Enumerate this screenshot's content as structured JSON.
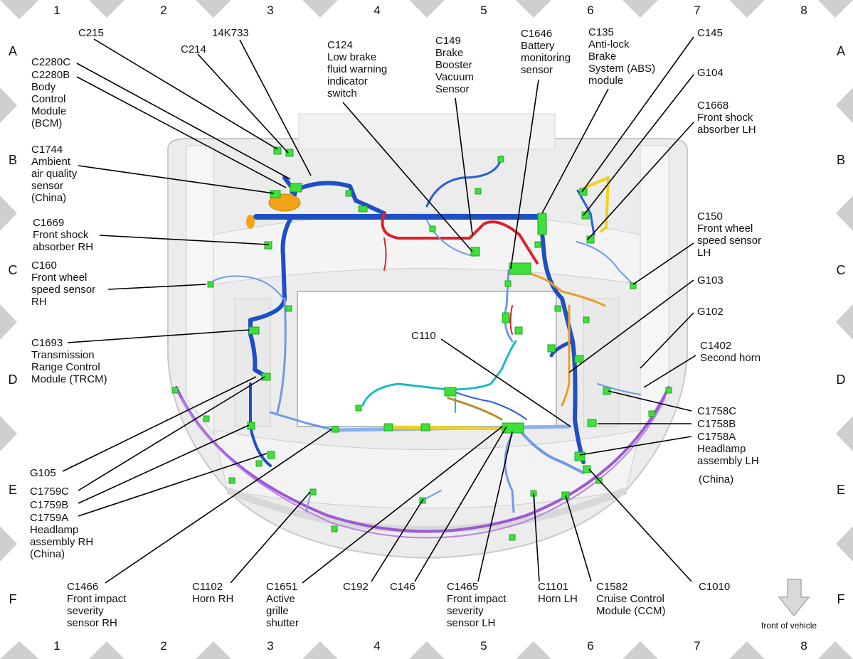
{
  "grid": {
    "columns": [
      "1",
      "2",
      "3",
      "4",
      "5",
      "6",
      "7",
      "8"
    ],
    "rows": [
      "A",
      "B",
      "C",
      "D",
      "E",
      "F"
    ]
  },
  "colors": {
    "harness_main": "#1f4fc4",
    "harness_light": "#6f9ae8",
    "harness_red": "#e0202a",
    "harness_yellow": "#f0d21e",
    "harness_cyan": "#1ab9c8",
    "harness_purple": "#9b59d6",
    "harness_orange": "#e7a020",
    "connector_green": "#3ee03a",
    "body_gray": "#e6e6e6"
  },
  "labels": {
    "c215": "C215",
    "k14733": "14K733",
    "c214": "C214",
    "c2280c": "C2280C",
    "c2280b": "C2280B\nBody\nControl\nModule\n(BCM)",
    "c1744": "C1744\nAmbient\nair quality\nsensor\n(China)",
    "c1669": "C1669\nFront shock\nabsorber RH",
    "c160": "C160\nFront wheel\nspeed sensor\nRH",
    "c1693": "C1693\nTransmission\nRange Control\nModule (TRCM)",
    "g105": "G105",
    "c1759c": "C1759C",
    "c1759b": "C1759B",
    "c1759a": "C1759A\nHeadlamp\nassembly RH\n(China)",
    "c1466": "C1466\nFront impact\nseverity\nsensor RH",
    "c1102": "C1102\nHorn RH",
    "c1651": "C1651\nActive\ngrille\nshutter",
    "c192": "C192",
    "c146": "C146",
    "c1465": "C1465\nFront impact\nseverity\nsensor LH",
    "c1101": "C1101\nHorn LH",
    "c1582": "C1582\nCruise Control\nModule (CCM)",
    "c1010": "C1010",
    "c124": "C124\nLow brake\nfluid warning\nindicator\nswitch",
    "c149": "C149\nBrake\nBooster\nVacuum\nSensor",
    "c1646": "C1646\nBattery\nmonitoring\nsensor",
    "c135": "C135\nAnti-lock\nBrake\nSystem (ABS)\nmodule",
    "c145": "C145",
    "g104": "G104",
    "c1668": "C1668\nFront shock\nabsorber LH",
    "c150": "C150\nFront wheel\nspeed sensor\nLH",
    "g103": "G103",
    "g102": "G102",
    "c1402": "C1402\nSecond horn",
    "c110": "C110",
    "c1758c": "C1758C",
    "c1758b": "C1758B",
    "c1758a": "C1758A\nHeadlamp\nassembly LH",
    "china": "(China)",
    "front_of_vehicle": "front of vehicle"
  }
}
